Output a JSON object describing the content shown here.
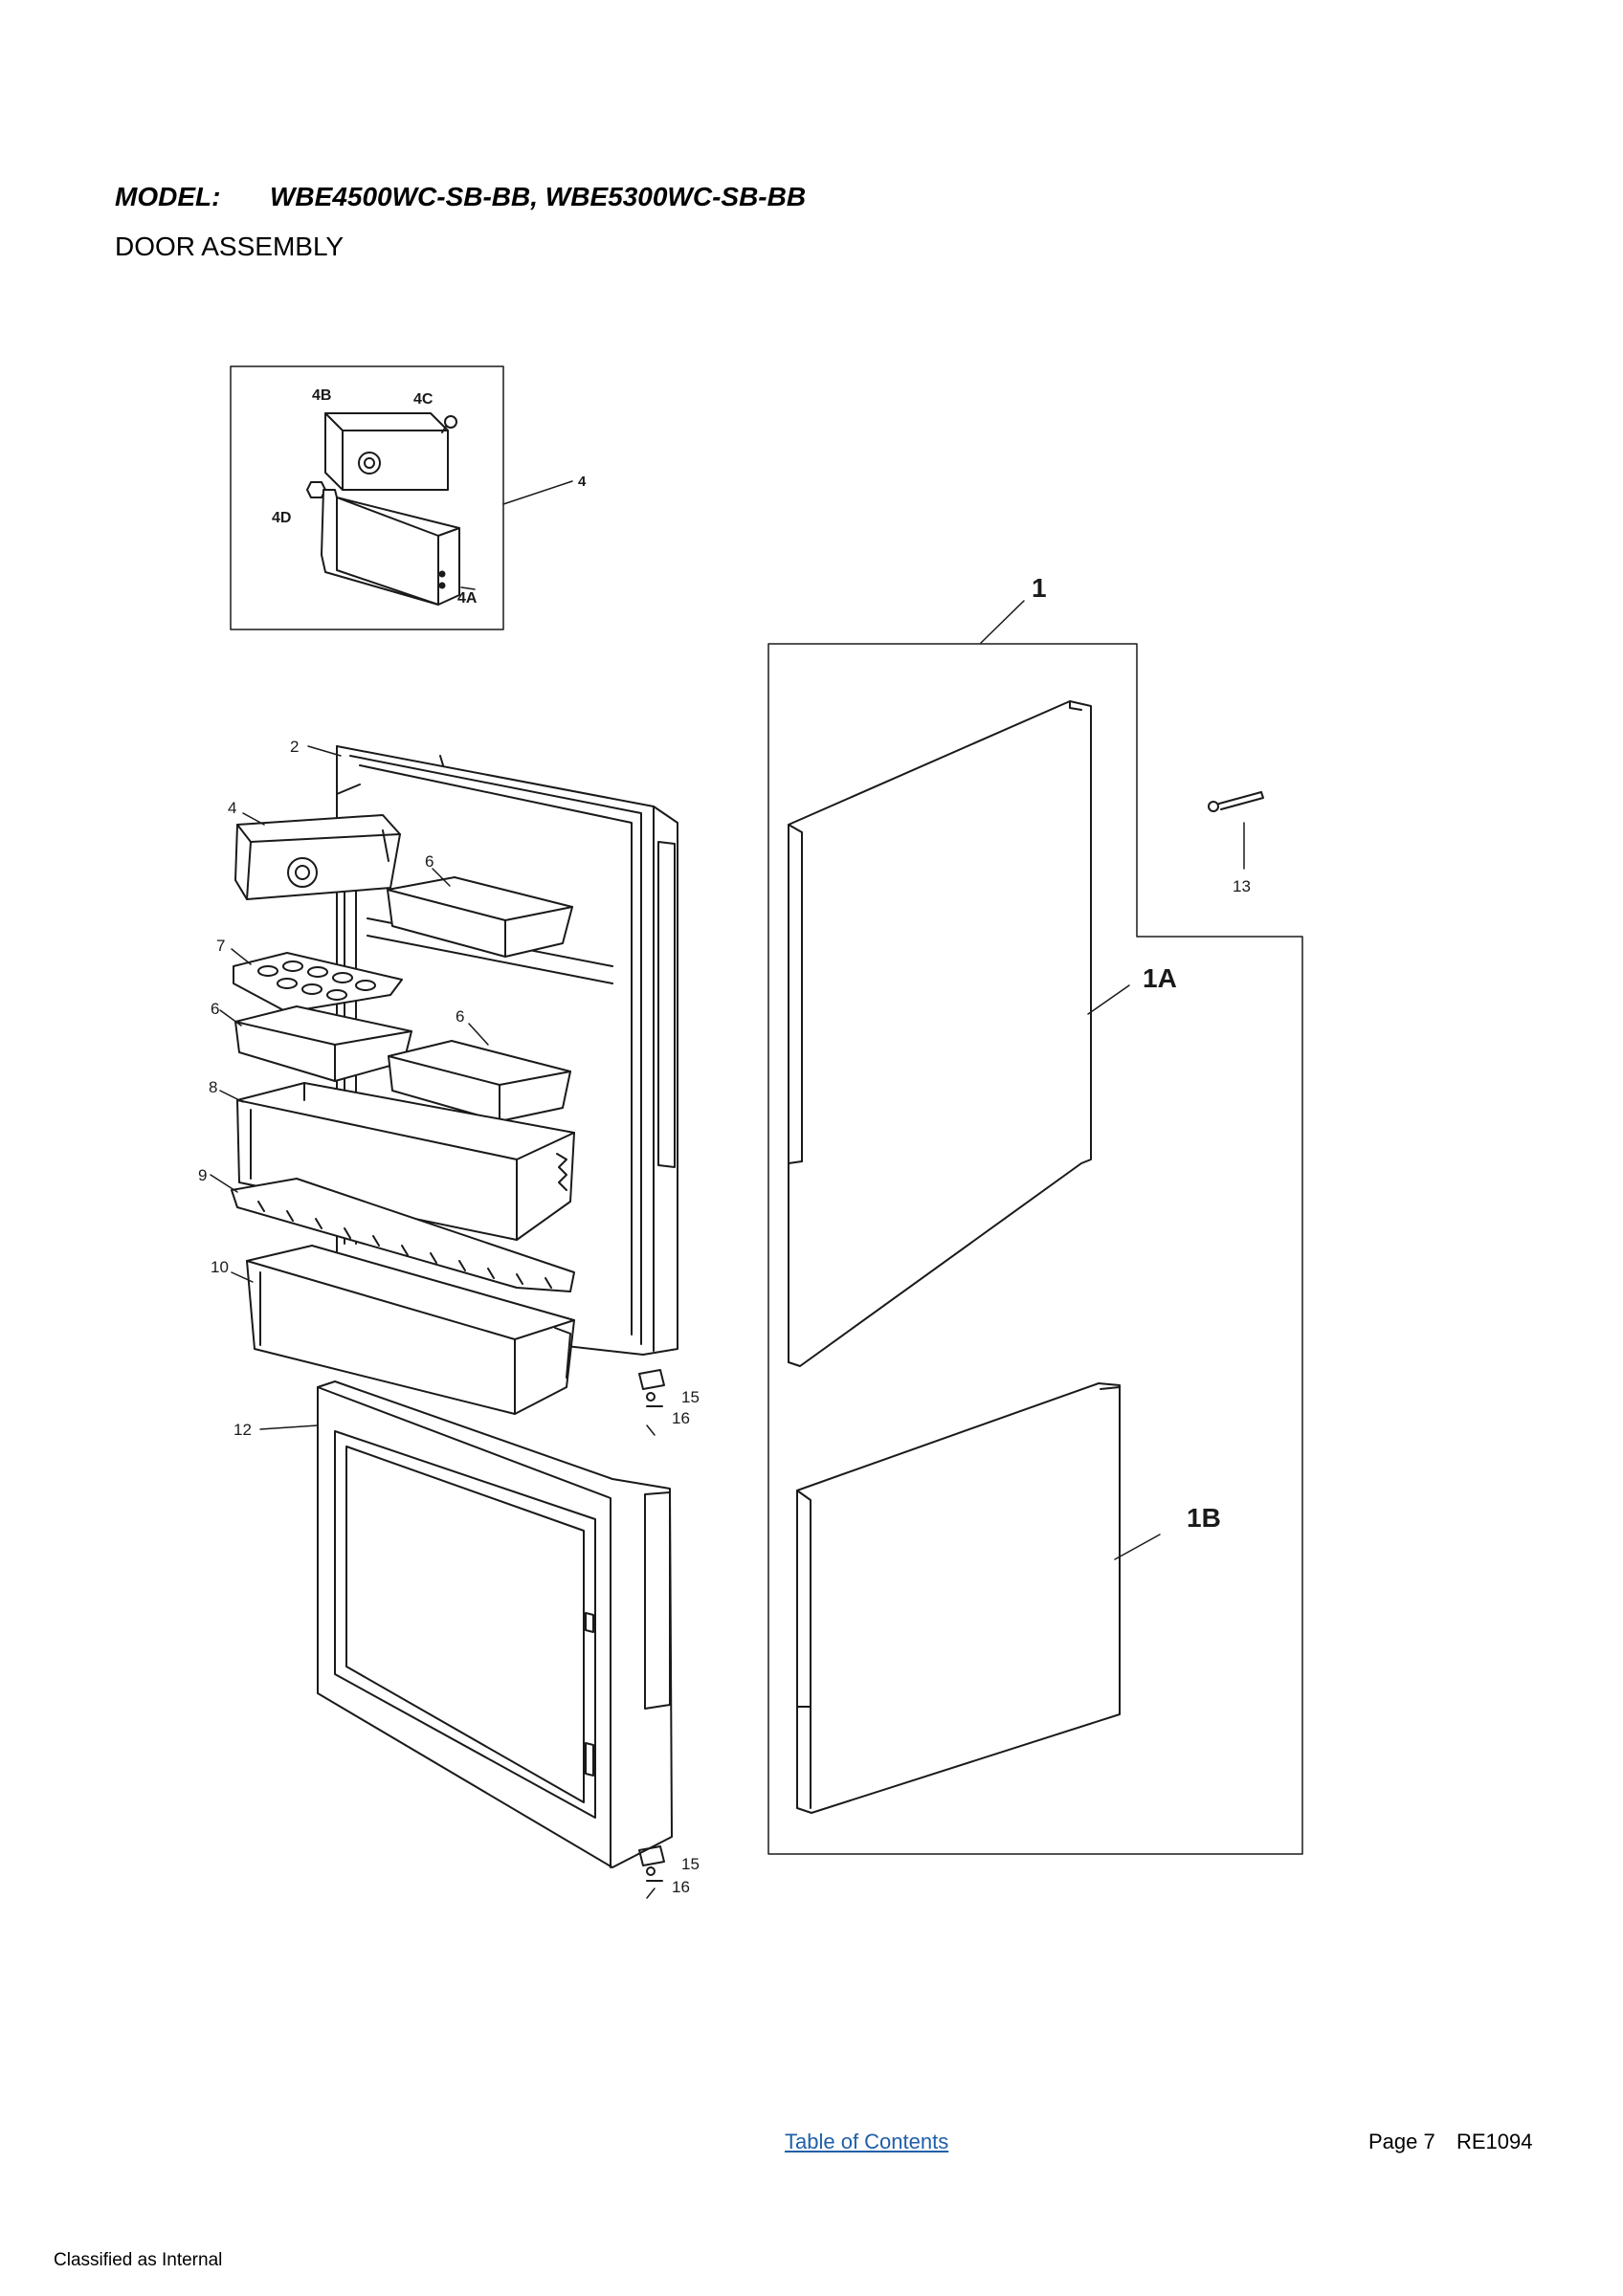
{
  "header": {
    "model_label": "MODEL:",
    "model_value": "WBE4500WC-SB-BB, WBE5300WC-SB-BB",
    "subtitle": "DOOR ASSEMBLY"
  },
  "callouts": {
    "c1": "1",
    "c1a": "1A",
    "c1b": "1B",
    "c2": "2",
    "c4": "4",
    "c4_inset": "4",
    "c4a": "4A",
    "c4b": "4B",
    "c4c": "4C",
    "c4d": "4D",
    "c6a": "6",
    "c6b": "6",
    "c6c": "6",
    "c7": "7",
    "c8": "8",
    "c9": "9",
    "c10": "10",
    "c12": "12",
    "c13": "13",
    "c15a": "15",
    "c16a": "16",
    "c15b": "15",
    "c16b": "16"
  },
  "footer": {
    "toc_link": "Table of Contents",
    "page": "Page 7",
    "doc_id": "RE1094",
    "classification": "Classified as Internal"
  }
}
